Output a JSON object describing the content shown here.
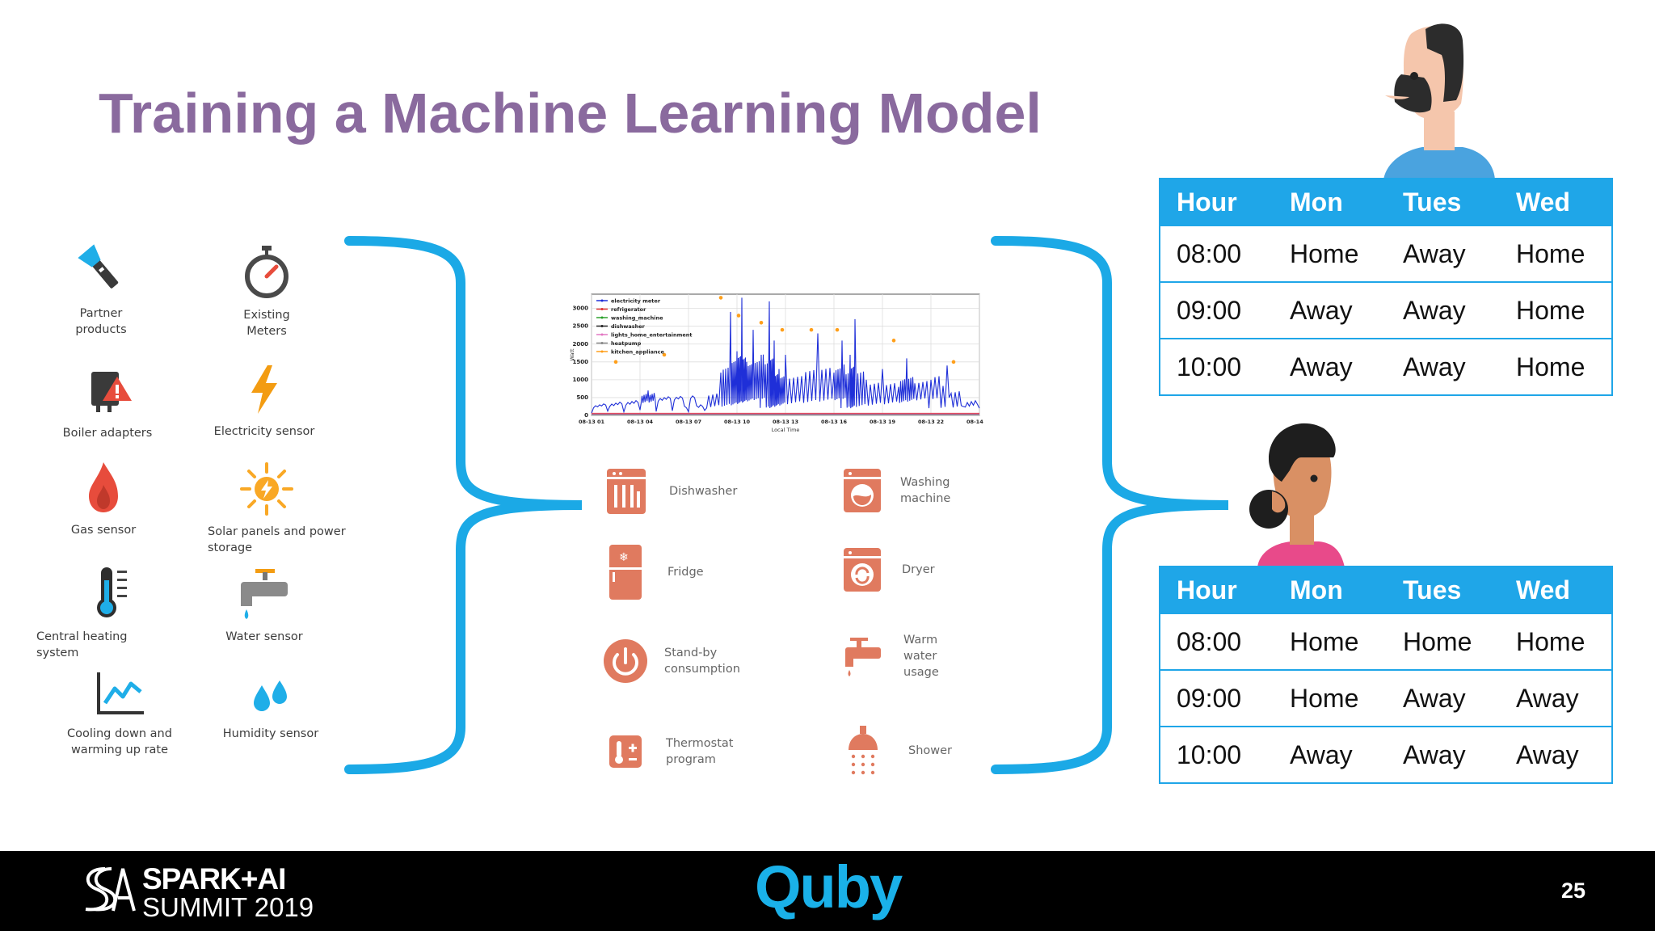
{
  "slide": {
    "title": "Training a Machine Learning Model",
    "page_number": "25"
  },
  "sensors": [
    {
      "name": "partner-products",
      "label": "Partner\nproducts",
      "icon": "flashlight-icon"
    },
    {
      "name": "existing-meters",
      "label": "Existing\nMeters",
      "icon": "stopwatch-icon"
    },
    {
      "name": "boiler-adapters",
      "label": "Boiler adapters",
      "icon": "boiler-warning-icon"
    },
    {
      "name": "electricity-sensor",
      "label": "Electricity sensor",
      "icon": "lightning-icon"
    },
    {
      "name": "gas-sensor",
      "label": "Gas sensor",
      "icon": "flame-icon"
    },
    {
      "name": "solar-panels",
      "label": "Solar panels and power\nstorage",
      "icon": "sun-icon"
    },
    {
      "name": "central-heating",
      "label": "Central heating\nsystem",
      "icon": "thermometer-icon"
    },
    {
      "name": "water-sensor",
      "label": "Water sensor",
      "icon": "faucet-icon"
    },
    {
      "name": "cooling-down",
      "label": "Cooling down and\nwarming up rate",
      "icon": "line-graph-icon"
    },
    {
      "name": "humidity-sensor",
      "label": "Humidity sensor",
      "icon": "water-drops-icon"
    }
  ],
  "appliances": [
    {
      "name": "dishwasher",
      "label": "Dishwasher",
      "icon": "dishwasher-icon"
    },
    {
      "name": "washing-machine",
      "label": "Washing\nmachine",
      "icon": "washing-machine-icon"
    },
    {
      "name": "fridge",
      "label": "Fridge",
      "icon": "fridge-icon"
    },
    {
      "name": "dryer",
      "label": "Dryer",
      "icon": "dryer-icon"
    },
    {
      "name": "standby",
      "label": "Stand-by\nconsumption",
      "icon": "power-icon"
    },
    {
      "name": "warm-water",
      "label": "Warm\nwater\nusage",
      "icon": "tap-icon"
    },
    {
      "name": "thermostat",
      "label": "Thermostat\nprogram",
      "icon": "thermostat-icon"
    },
    {
      "name": "shower",
      "label": "Shower",
      "icon": "shower-icon"
    }
  ],
  "chart_data": {
    "type": "line",
    "xlabel": "Local Time",
    "ylabel": "Watt",
    "ylim": [
      0,
      3400
    ],
    "y_ticks": [
      "0",
      "500",
      "1000",
      "1500",
      "2000",
      "2500",
      "3000"
    ],
    "x_ticks": [
      "08-13 01",
      "08-13 04",
      "08-13 07",
      "08-13 10",
      "08-13 13",
      "08-13 16",
      "08-13 19",
      "08-13 22",
      "08-14 01"
    ],
    "grid": true,
    "legend_position": "top-left",
    "series": [
      {
        "name": "electricity meter",
        "color": "#1f2fd8",
        "x": [
          0,
          1,
          2,
          3,
          3.5,
          4,
          5,
          6,
          7,
          8,
          8.6,
          9,
          9.3,
          9.6,
          10,
          10.5,
          11,
          11.3,
          11.6,
          12,
          13,
          14,
          15,
          15.5,
          16,
          16.3,
          17,
          18,
          19,
          19.5,
          20,
          21,
          22,
          23,
          24
        ],
        "y": [
          60,
          120,
          100,
          150,
          700,
          110,
          130,
          100,
          140,
          1200,
          2900,
          1800,
          3300,
          1500,
          2400,
          1700,
          3200,
          2100,
          1300,
          1700,
          1100,
          2300,
          1200,
          2100,
          1700,
          2700,
          1000,
          1300,
          800,
          1600,
          900,
          1000,
          1400,
          250,
          200
        ]
      },
      {
        "name": "refrigerator",
        "color": "#e03030",
        "x": [
          0,
          6,
          12,
          18,
          24
        ],
        "y": [
          60,
          60,
          60,
          60,
          60
        ]
      },
      {
        "name": "washing_machine",
        "color": "#2aa02a",
        "x": [
          0,
          24
        ],
        "y": [
          30,
          30
        ]
      },
      {
        "name": "dishwasher",
        "color": "#222222",
        "x": [
          0,
          24
        ],
        "y": [
          20,
          20
        ]
      },
      {
        "name": "lights_home_entertainment",
        "color": "#e377c2",
        "x": [
          0,
          24
        ],
        "y": [
          40,
          40
        ]
      },
      {
        "name": "heatpump",
        "color": "#888888",
        "x": [
          0,
          24
        ],
        "y": [
          10,
          10
        ]
      },
      {
        "name": "kitchen_appliance",
        "color": "#ff9f1a",
        "x": [
          1.5,
          4.5,
          8,
          9.1,
          10.5,
          11.8,
          13.6,
          15.2,
          18.7,
          22.4
        ],
        "y": [
          1500,
          1700,
          3300,
          2800,
          2600,
          2400,
          2400,
          2400,
          2100,
          1500
        ]
      }
    ]
  },
  "table_man": {
    "headers": [
      "Hour",
      "Mon",
      "Tues",
      "Wed"
    ],
    "rows": [
      [
        "08:00",
        "Home",
        "Away",
        "Home"
      ],
      [
        "09:00",
        "Away",
        "Away",
        "Home"
      ],
      [
        "10:00",
        "Away",
        "Away",
        "Home"
      ]
    ]
  },
  "table_woman": {
    "headers": [
      "Hour",
      "Mon",
      "Tues",
      "Wed"
    ],
    "rows": [
      [
        "08:00",
        "Home",
        "Home",
        "Home"
      ],
      [
        "09:00",
        "Home",
        "Away",
        "Away"
      ],
      [
        "10:00",
        "Away",
        "Away",
        "Away"
      ]
    ]
  },
  "footer": {
    "summit_line1": "SPARK+AI",
    "summit_line2": "SUMMIT 2019",
    "brand": "Quby"
  },
  "colors": {
    "accent_blue": "#1fa6e8",
    "title_purple": "#8a6a9e",
    "appliance_red": "#e07a5f",
    "sensor_blue": "#1faee8",
    "sensor_orange": "#f39c12",
    "sensor_red": "#e74c3c"
  }
}
